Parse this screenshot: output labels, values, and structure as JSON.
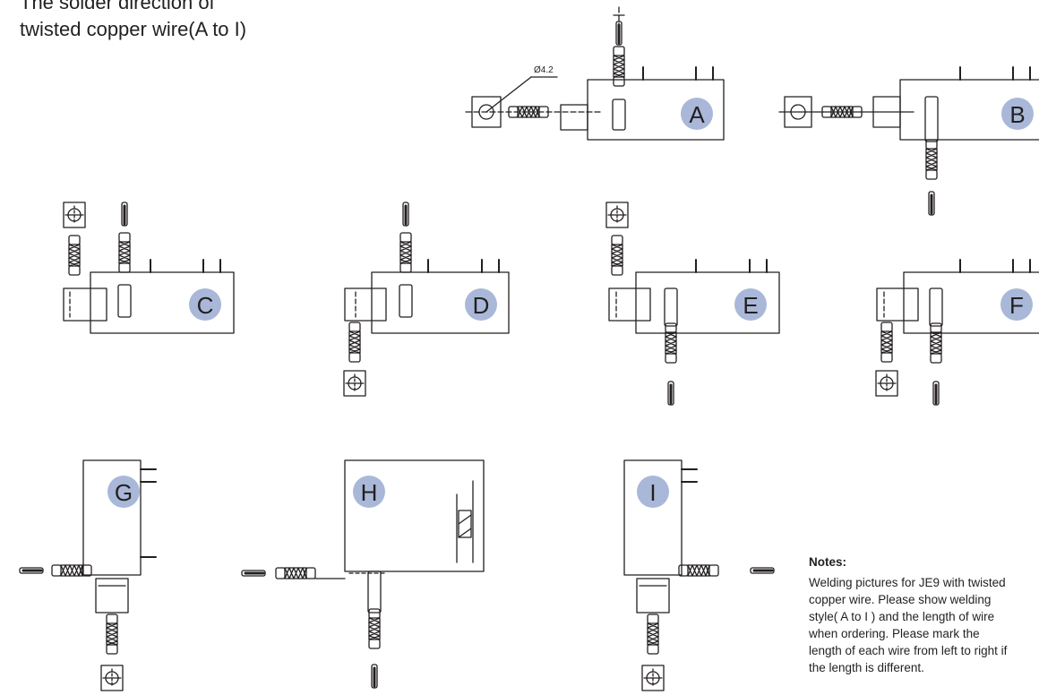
{
  "title": {
    "line1": "The solder direction of",
    "line2": "twisted copper wire(A to I)"
  },
  "dimension_label": "Ø4.2",
  "variants": [
    {
      "letter": "A"
    },
    {
      "letter": "B"
    },
    {
      "letter": "C"
    },
    {
      "letter": "D"
    },
    {
      "letter": "E"
    },
    {
      "letter": "F"
    },
    {
      "letter": "G"
    },
    {
      "letter": "H"
    },
    {
      "letter": "I"
    }
  ],
  "notes": {
    "heading": "Notes:",
    "lines": [
      "Welding pictures for JE9 with twisted",
      "copper wire. Please show welding",
      "style( A to I ) and the length of wire",
      "when ordering. Please mark the",
      "length of each wire from left to right if",
      "the length is different."
    ]
  },
  "colors": {
    "line": "#231f20",
    "badge": "#a9b8d8"
  }
}
